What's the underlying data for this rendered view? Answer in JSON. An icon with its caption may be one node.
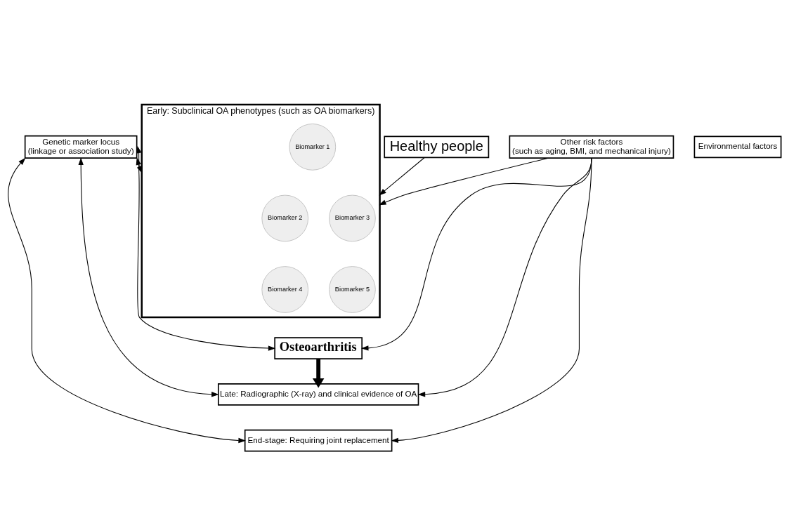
{
  "diagram": {
    "nodes": [
      {
        "text": [
          "Healthy people"
        ]
      },
      {
        "text": [
          "Environmental factors"
        ]
      },
      {
        "text": [
          "Other risk factors",
          "(such as aging, BMI, and mechanical injury)"
        ]
      },
      {
        "text": [
          "Genetic marker locus",
          "(linkage or association study)"
        ]
      },
      {
        "text": [
          "Early: Subclinical OA phenotypes (such as OA biomarkers)"
        ]
      },
      {
        "text": [
          "Biomarker 1"
        ],
        "in": 4
      },
      {
        "text": [
          "Biomarker 2"
        ],
        "in": 4
      },
      {
        "text": [
          "Biomarker 3"
        ],
        "in": 4
      },
      {
        "text": [
          "Biomarker 4"
        ],
        "in": 4
      },
      {
        "text": [
          "Biomarker 5"
        ],
        "in": 4
      },
      {
        "text": [
          "Osteoarthritis"
        ]
      },
      {
        "text": [
          "Late: Radiographic (X-ray) and clinical evidence of OA"
        ]
      },
      {
        "text": [
          "End-stage: Requiring joint replacement"
        ]
      }
    ],
    "edges": [
      {
        "from": 0,
        "to": 4,
        "arrow": "to"
      },
      {
        "from": 3,
        "to": 4,
        "arrow": "both"
      },
      {
        "from": 3,
        "to": 10,
        "arrow": "both"
      },
      {
        "from": 3,
        "to": 11,
        "arrow": "both"
      },
      {
        "from": 3,
        "to": 12,
        "arrow": "both"
      },
      {
        "from": 2,
        "to": 4,
        "arrow": "to"
      },
      {
        "from": 2,
        "to": 10,
        "arrow": "to"
      },
      {
        "from": 2,
        "to": 11,
        "arrow": "to"
      },
      {
        "from": 2,
        "to": 12,
        "arrow": "to"
      },
      {
        "from": 10,
        "to": 11,
        "arrow": "to",
        "style": "thick"
      }
    ]
  }
}
